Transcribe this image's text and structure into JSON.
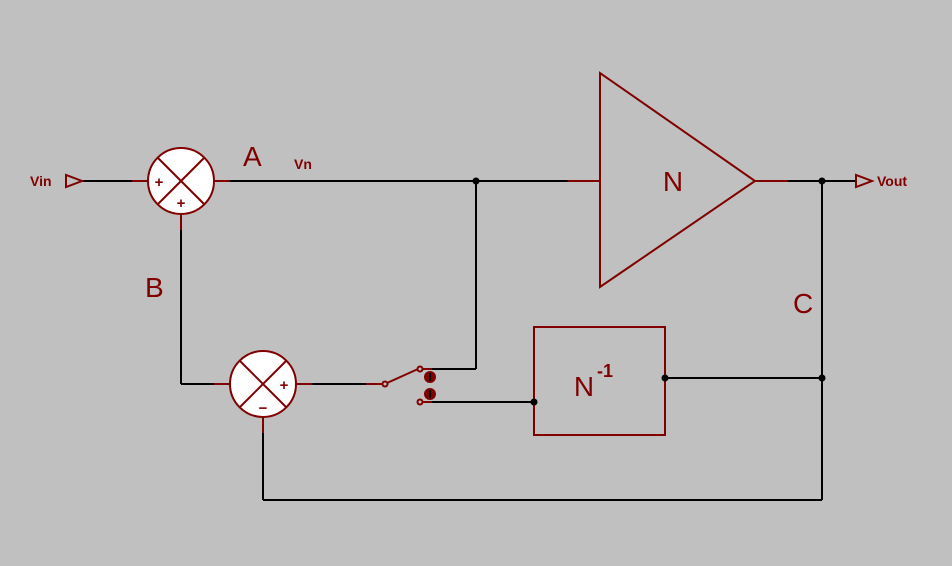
{
  "colors": {
    "background": "#c0c0c0",
    "component": "#800000",
    "wire": "#000000",
    "fill": "#ffffff"
  },
  "ports": {
    "input": "Vin",
    "output": "Vout"
  },
  "nodes": {
    "a": "A",
    "b": "B",
    "c": "C",
    "vn": "Vn"
  },
  "blocks": {
    "amplifier": "N",
    "inverse_base": "N",
    "inverse_exponent": "-1"
  },
  "summers": {
    "top": {
      "left_sign": "+",
      "bottom_sign": "+"
    },
    "bottom": {
      "right_sign": "+",
      "bottom_sign": "−"
    }
  },
  "icons": {
    "summer": "summing-junction-icon",
    "amplifier": "amplifier-triangle-icon",
    "switch": "spdt-switch-icon",
    "port": "port-arrow-icon"
  }
}
